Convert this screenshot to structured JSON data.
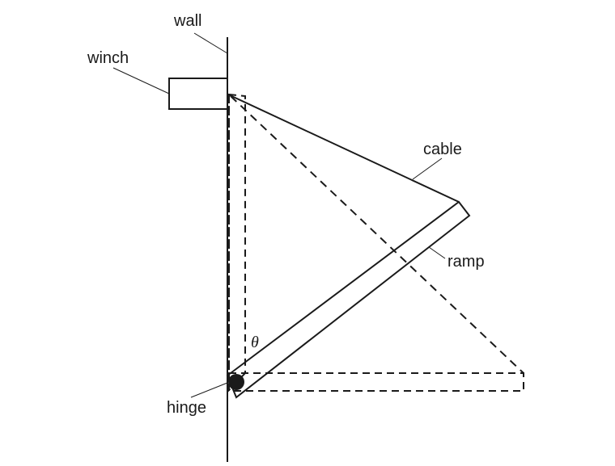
{
  "diagram": {
    "labels": {
      "wall": "wall",
      "winch": "winch",
      "cable": "cable",
      "ramp": "ramp",
      "hinge": "hinge",
      "angle": "θ"
    },
    "colors": {
      "stroke": "#1a1a1a",
      "background": "#ffffff"
    }
  }
}
